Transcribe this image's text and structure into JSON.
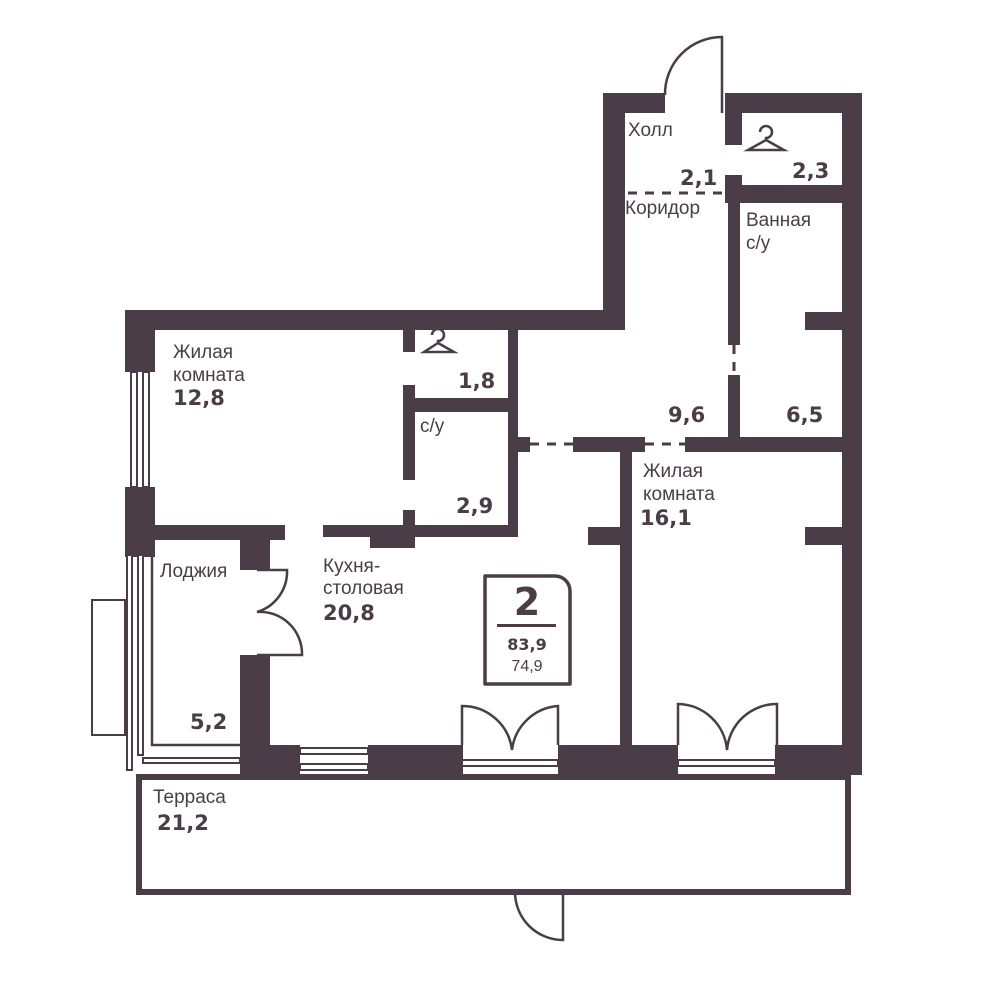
{
  "plan": {
    "wall_color": "#4a3d48",
    "rooms": [
      {
        "name": "Холл",
        "area": "2,1"
      },
      {
        "name": "",
        "area": "2,3",
        "icon": "hanger-icon"
      },
      {
        "name": "Коридор",
        "area": "9,6"
      },
      {
        "name_lines": [
          "Ванная",
          "с/у"
        ],
        "area": "6,5"
      },
      {
        "name_lines": [
          "Жилая",
          "комната"
        ],
        "area": "12,8"
      },
      {
        "name": "",
        "area": "1,8",
        "icon": "hanger-icon"
      },
      {
        "name": "с/у",
        "area": "2,9"
      },
      {
        "name_lines": [
          "Жилая",
          "комната"
        ],
        "area": "16,1"
      },
      {
        "name_lines": [
          "Кухня-",
          "столовая"
        ],
        "area": "20,8"
      },
      {
        "name": "Лоджия",
        "area": "5,2"
      },
      {
        "name": "Терраса",
        "area": "21,2"
      }
    ],
    "badge": {
      "rooms": "2",
      "total_area": "83,9",
      "living_area": "74,9"
    }
  }
}
